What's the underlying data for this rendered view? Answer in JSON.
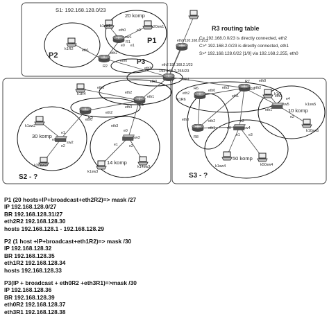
{
  "diagram": {
    "s1_label": "S1: 192.168.128.0/23",
    "r3_title": "R3 routing table",
    "routing": [
      "C> 192.168.0.0/23 is directly connected, eth2",
      "C>* 192.168.2.0/23 is directly connected, eth1",
      "S>* 192.168.128.0/22 [1/0] via 192.168.2.255, eth0"
    ],
    "labels": {
      "p1": "P1",
      "p2": "P2",
      "p3": "P3",
      "s2": "S2 - ?",
      "s3": "S3 - ?",
      "komp20": "20 komp",
      "komp30": "30 komp",
      "komp14": "14 komp",
      "komp50": "50 komp",
      "komp10": "10 komp",
      "ip_eth0_top": "eth0 192.168.0.1/23",
      "ip_eth1_center": "192.168.2.255/23",
      "ip_eth2_center": "eth2 192.168.2.1/23"
    },
    "nodes": {
      "k1r2": "k1R2",
      "k1sw1": "k1sw1",
      "k20sw1": "k20sw1",
      "r1": "R1",
      "r2": "R2",
      "r3": "R3",
      "r4": "R4",
      "r5": "R5",
      "r6": "R6",
      "r7": "R7",
      "r8": "R8",
      "sw1": "sw1",
      "sw2": "sw2",
      "sw3": "sw3",
      "sw4": "sw4",
      "sw5": "sw5",
      "k1r4": "k1R4",
      "k1sw2": "k1sw2",
      "k30sw2": "k30sw2",
      "k1sw3": "k1sw3",
      "k14sw3": "k14sw3",
      "k1r6": "k1R6",
      "k1r3": "k1r3",
      "k1sw4": "k1sw4",
      "k50sw4": "k50sw4",
      "k1sw5": "k1sw5",
      "k10sw5": "k10sw5"
    },
    "ifaces": {
      "eth0": "eth0",
      "eth1": "eth1",
      "eth2": "eth2",
      "eth3": "eth3",
      "e0": "e0",
      "e1": "e1",
      "e2": "e2",
      "e3": "e3",
      "e4": "e4"
    }
  },
  "notes": [
    [
      "P1 (20 hosts+IP+broadcast+eth2R2)=> mask /27",
      "IP 192.168.128.0/27",
      "BR 192.168.128.31/27",
      "eth2R2 192.168.128.30",
      "hosts 192.168.128.1 - 192.168.128.29"
    ],
    [
      "P2 (1 host +IP+broadcast+eth1R2)=> mask /30",
      "IP 192.168.128.32",
      "BR 192.168.128.35",
      "eth1R2 192.168.128.34",
      "hosts 192.168.128.33"
    ],
    [
      "P3(IP + broadcast + eth0R2 +eth3R1)=>mask /30",
      "IP 192.168.128.36",
      "BR 192.168.128.39",
      "eth0R2 192.168.128.37",
      "eth3R1 192.168.128.38"
    ]
  ]
}
